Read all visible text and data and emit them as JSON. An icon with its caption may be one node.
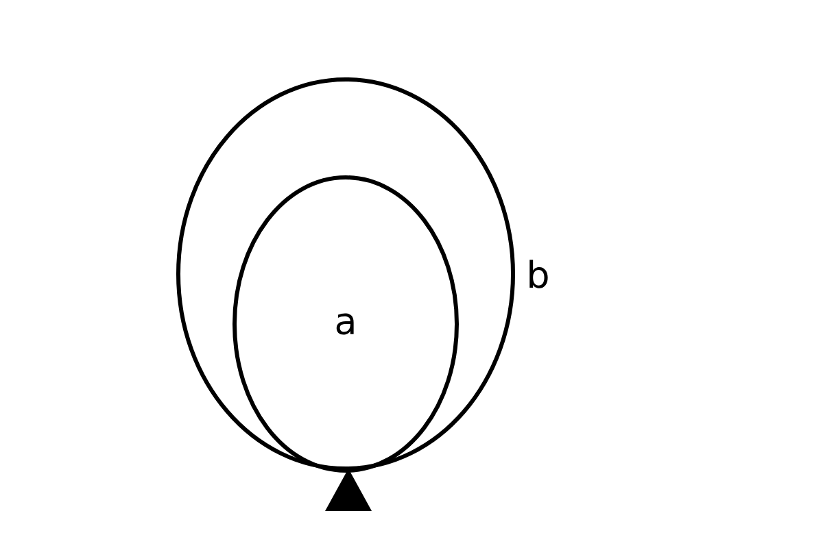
{
  "diagram": {
    "nodes": [
      {
        "text": [],
        "shape": "ellipse",
        "beside": [
          "b"
        ]
      },
      {
        "text": [
          "a"
        ],
        "in": 0
      }
    ]
  }
}
